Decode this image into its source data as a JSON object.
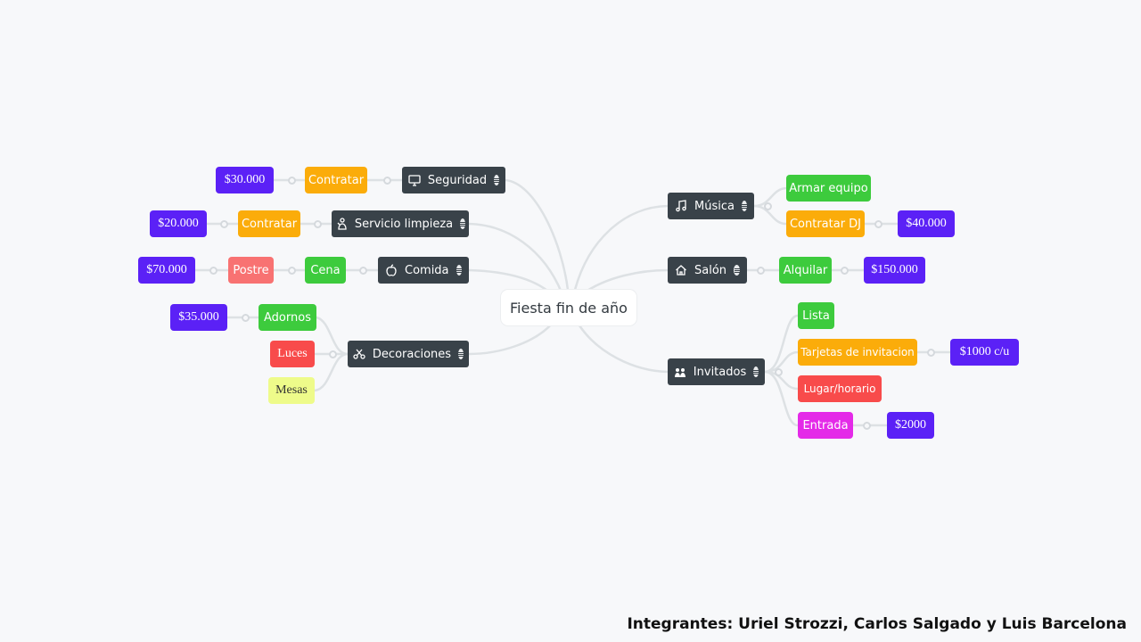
{
  "colors": {
    "purple": "#5b21f6",
    "orange": "#fbac0a",
    "green": "#3dcb3d",
    "salmon": "#f87272",
    "red": "#f84b4b",
    "yellow": "#eefb8a",
    "magenta": "#e42ae8",
    "dark": "#394249",
    "line": "#dde1e4"
  },
  "mindmap": {
    "root": "Fiesta fin de año",
    "left": {
      "seguridad": {
        "label": "Seguridad",
        "icon": "monitor-icon",
        "children": [
          "Contratar",
          "$30.000"
        ]
      },
      "limpieza": {
        "label": "Servicio limpieza",
        "icon": "cleaning-icon",
        "children": [
          "Contratar",
          "$20.000"
        ]
      },
      "comida": {
        "label": "Comida",
        "icon": "apple-icon",
        "children": [
          "Cena",
          "Postre",
          "$70.000"
        ]
      },
      "decoraciones": {
        "label": "Decoraciones",
        "icon": "scissors-icon",
        "children": [
          "Adornos",
          "$35.000",
          "Luces",
          "Mesas"
        ]
      }
    },
    "right": {
      "musica": {
        "label": "Música",
        "icon": "music-note-icon",
        "children": [
          "Armar equipo",
          "Contratar DJ",
          "$40.000"
        ]
      },
      "salon": {
        "label": "Salón",
        "icon": "home-icon",
        "children": [
          "Alquilar",
          "$150.000"
        ]
      },
      "invitados": {
        "label": "Invitados",
        "icon": "people-icon",
        "children": [
          "Lista",
          "Tarjetas de invitacion",
          "$1000 c/u",
          "Lugar/horario",
          "Entrada",
          "$2000"
        ]
      }
    }
  },
  "credits": "Integrantes: Uriel Strozzi, Carlos Salgado y Luis Barcelona"
}
